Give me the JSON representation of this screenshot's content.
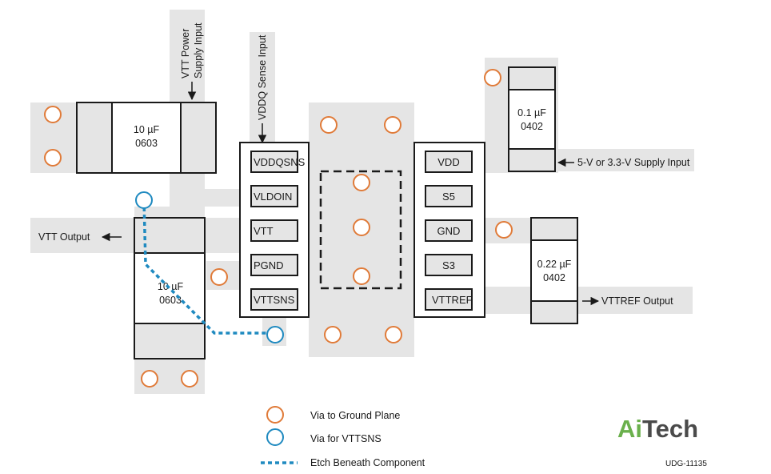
{
  "component": {
    "left_pins": [
      "VDDQSNS",
      "VLDOIN",
      "VTT",
      "PGND",
      "VTTSNS"
    ],
    "right_pins": [
      "VDD",
      "S5",
      "GND",
      "S3",
      "VTTREF"
    ]
  },
  "capacitors": {
    "c1": {
      "value": "10 µF",
      "size": "0603"
    },
    "c2": {
      "value": "10 µF",
      "size": "0603"
    },
    "c3": {
      "value": "0.1 µF",
      "size": "0402"
    },
    "c4": {
      "value": "0.22 µF",
      "size": "0402"
    }
  },
  "labels": {
    "vtt_power_line1": "VTT Power",
    "vtt_power_line2": "Supply Input",
    "vddq_sense": "VDDQ Sense Input",
    "vtt_output": "VTT Output",
    "supply_input": "5-V or 3.3-V Supply Input",
    "vttref_output": "VTTREF Output"
  },
  "legend": {
    "via_ground": "Via to Ground Plane",
    "via_vttsns": "Via for VTTSNS",
    "etch": "Etch Beneath Component"
  },
  "figure_code": "UDG-11135",
  "logo": {
    "part1": "Ai",
    "part2": "Tech"
  },
  "colors": {
    "copper": "#e5e5e5",
    "ground_via": "#e07b39",
    "vttsns_via": "#1f8ac0",
    "etch": "#1f8ac0",
    "logo_green": "#6ab04c",
    "logo_gray": "#4a4a4a"
  }
}
